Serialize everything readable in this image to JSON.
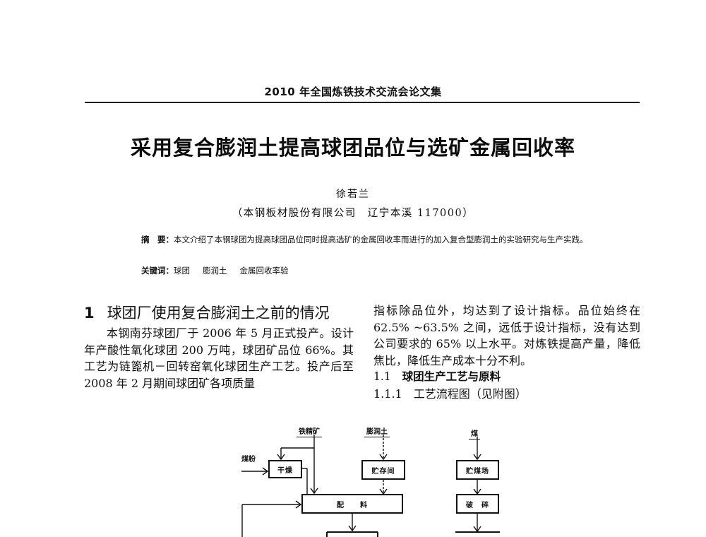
{
  "running_head": "2010 年全国炼铁技术交流会论文集",
  "title": "采用复合膨润土提高球团品位与选矿金属回收率",
  "author": "徐若兰",
  "affiliation": "（本钢板材股份有限公司　辽宁本溪 117000）",
  "abstract": {
    "label": "摘　要：",
    "text": "本文介绍了本钢球团为提高球团品位同时提高选矿的金属回收率而进行的加入复合型膨润土的实验研究与生产实践。"
  },
  "keywords": {
    "label": "关键词：",
    "items": [
      "球团",
      "膨润土",
      "金属回收率验"
    ]
  },
  "section1": {
    "number": "1",
    "heading": "球团厂使用复合膨润土之前的情况",
    "paragraph_left": "本钢南芬球团厂于 2006 年 5 月正式投产。设计年产酸性氧化球团 200 万吨，球团矿品位 66%。其工艺为链篦机－回转窑氧化球团生产工艺。投产后至 2008 年 2 月期间球团矿各项质量",
    "paragraph_right": "指标除品位外，均达到了设计指标。品位始终在 62.5% ~63.5% 之间，远低于设计指标，没有达到公司要求的 65% 以上水平。对炼铁提高产量，降低焦比，降低生产成本十分不利。"
  },
  "subsection_1_1": {
    "number": "1.1",
    "heading": "球团生产工艺与原料"
  },
  "subsection_1_1_1": {
    "number": "1.1.1",
    "heading": "工艺流程图（见附图）"
  },
  "flowchart": {
    "sources": {
      "iron_concentrate": "铁精矿",
      "bentonite": "膨润土",
      "coal": "煤"
    },
    "side_label_coal_powder": "煤粉",
    "boxes": {
      "drying": "干燥",
      "storage": "贮存间",
      "batching": "配　　料",
      "coal_yard": "贮煤场",
      "crushing": "破　碎"
    }
  }
}
